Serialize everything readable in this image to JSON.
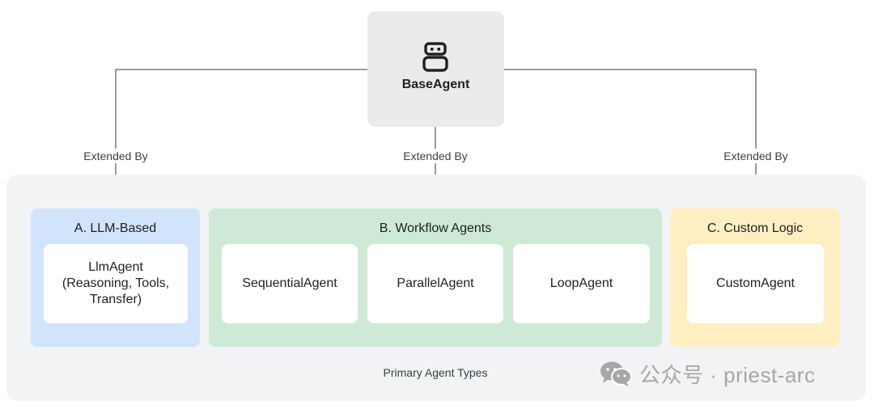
{
  "root": {
    "label": "BaseAgent",
    "icon": "robot-icon"
  },
  "edges": [
    {
      "label": "Extended By"
    },
    {
      "label": "Extended By"
    },
    {
      "label": "Extended By"
    }
  ],
  "panel": {
    "caption": "Primary Agent Types"
  },
  "groups": [
    {
      "title": "A. LLM-Based",
      "color": "#d2e3fc",
      "items": [
        "LlmAgent\n(Reasoning, Tools,\nTransfer)"
      ]
    },
    {
      "title": "B. Workflow Agents",
      "color": "#ceead6",
      "items": [
        "SequentialAgent",
        "ParallelAgent",
        "LoopAgent"
      ]
    },
    {
      "title": "C. Custom Logic",
      "color": "#feefc3",
      "items": [
        "CustomAgent"
      ]
    }
  ],
  "watermark": {
    "text": "公众号 · priest-arc",
    "icon": "wechat-icon"
  }
}
